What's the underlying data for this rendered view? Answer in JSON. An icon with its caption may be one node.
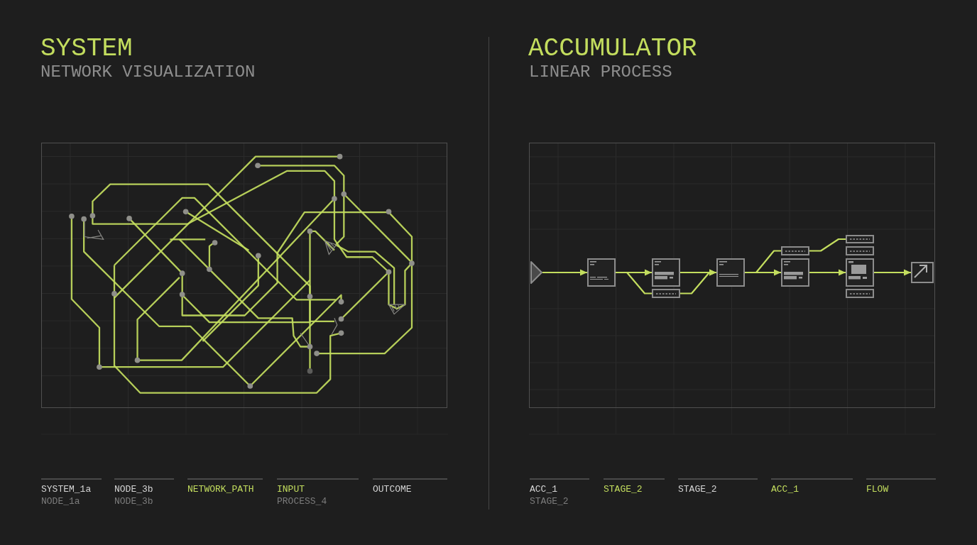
{
  "diagram": {
    "nodes": [
      {
        "text": [],
        "shape": "triangle"
      },
      {
        "text": [],
        "shape": "box"
      },
      {
        "text": [],
        "shape": "box"
      },
      {
        "text": [],
        "shape": "box"
      },
      {
        "text": [],
        "shape": "box"
      },
      {
        "text": [],
        "shape": "box"
      },
      {
        "text": [],
        "shape": "box"
      },
      {
        "text": [],
        "shape": "box"
      },
      {
        "text": [],
        "shape": "box"
      },
      {
        "text": [],
        "shape": "box"
      },
      {
        "text": [],
        "shape": "box"
      },
      {
        "text": [],
        "shape": "box"
      }
    ],
    "edges": [
      {
        "from": 0,
        "to": 1,
        "arrow": "to"
      },
      {
        "from": 1,
        "to": 2,
        "arrow": "to"
      },
      {
        "from": 1,
        "to": 3,
        "arrow": "none"
      },
      {
        "from": 2,
        "to": 4,
        "arrow": "to"
      },
      {
        "from": 3,
        "to": 4,
        "arrow": "to"
      },
      {
        "from": 4,
        "to": 5,
        "arrow": "none"
      },
      {
        "from": 4,
        "to": 6,
        "arrow": "to"
      },
      {
        "from": 5,
        "to": 7,
        "arrow": "none"
      },
      {
        "from": 6,
        "to": 9,
        "arrow": "to"
      },
      {
        "from": 9,
        "to": 11,
        "arrow": "to"
      }
    ],
    "labels": [
      "SYSTEM",
      "NETWORK VISUALIZATION",
      "SYSTEM_1a",
      "NODE_3b",
      "NETWORK_PATH",
      "INPUT",
      "OUTCOME",
      "NODE_1a",
      "NODE_3b",
      "PROCESS_4",
      "ACCUMULATOR",
      "LINEAR PROCESS",
      "ACC_1",
      "STAGE_2",
      "STAGE_2",
      "ACC_1",
      "FLOW",
      "STAGE_2"
    ]
  }
}
